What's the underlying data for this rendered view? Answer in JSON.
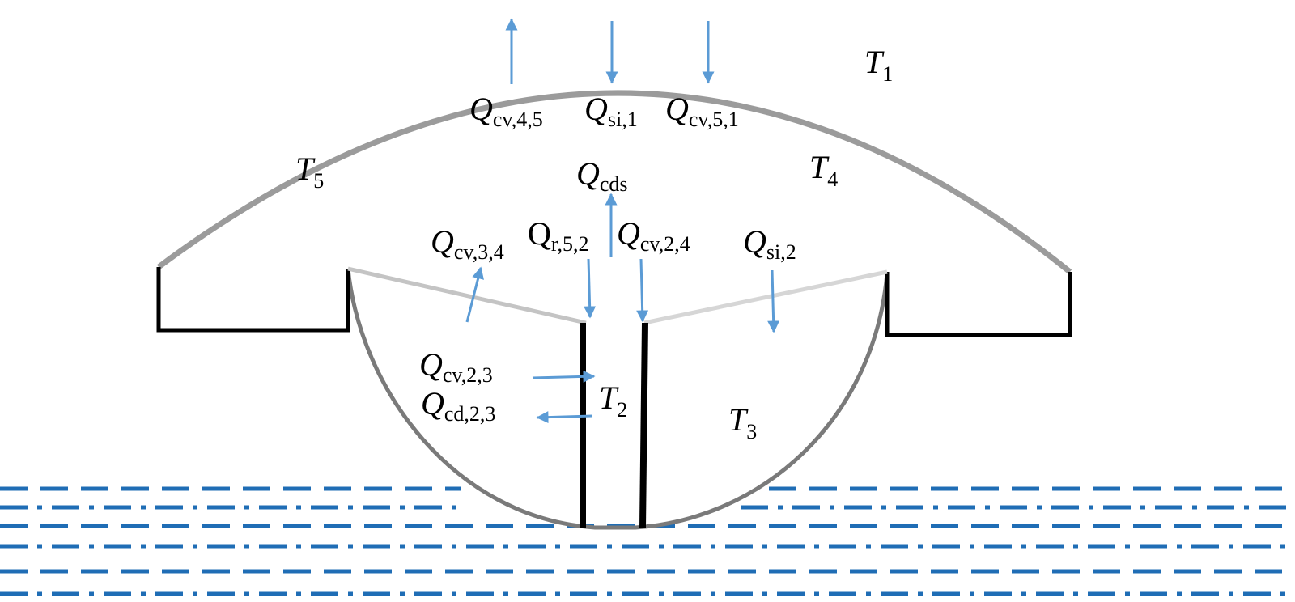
{
  "colors": {
    "dome": "#9b9b9b",
    "bowl": "#7a7a7a",
    "divider_left": "#c4c4c4",
    "divider_right": "#d6d6d6",
    "wall": "#000000",
    "arrow": "#5b9bd5",
    "water": "#1f6db5"
  },
  "labels": {
    "T1": {
      "main": "T",
      "sub": "1"
    },
    "T2": {
      "main": "T",
      "sub": "2"
    },
    "T3": {
      "main": "T",
      "sub": "3"
    },
    "T4": {
      "main": "T",
      "sub": "4"
    },
    "T5": {
      "main": "T",
      "sub": "5"
    },
    "Qcv45": {
      "main": "Q",
      "sub": "cv,4,5"
    },
    "Qsi1": {
      "main": "Q",
      "sub": "si,1"
    },
    "Qcv51": {
      "main": "Q",
      "sub": "cv,5,1"
    },
    "Qcds": {
      "main": "Q",
      "sub": "cds"
    },
    "Qr52": {
      "main": "Q",
      "sub": "r,5,2"
    },
    "Qcv24": {
      "main": "Q",
      "sub": "cv,2,4"
    },
    "Qsi2": {
      "main": "Q",
      "sub": "si,2"
    },
    "Qcv34": {
      "main": "Q",
      "sub": "cv,3,4"
    },
    "Qcv23": {
      "main": "Q",
      "sub": "cv,2,3"
    },
    "Qcd23": {
      "main": "Q",
      "sub": "cd,2,3"
    }
  }
}
